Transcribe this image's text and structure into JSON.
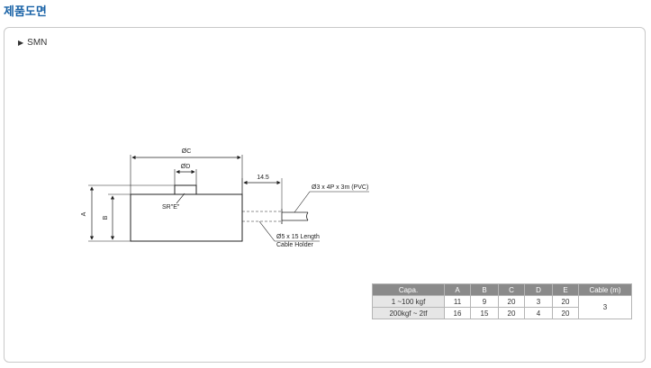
{
  "section_title": "제품도면",
  "model": "SMN",
  "drawing": {
    "dim_c": "ØC",
    "dim_d": "ØD",
    "dim_a": "A",
    "dim_b": "B",
    "dim_145": "14.5",
    "sr": "SR\"E\"",
    "cable_spec": "Ø3 x 4P x 3m (PVC)",
    "holder_line1": "Ø5 x 15 Length",
    "holder_line2": "Cable Holder"
  },
  "table": {
    "headers": [
      "Capa.",
      "A",
      "B",
      "C",
      "D",
      "E",
      "Cable (m)"
    ],
    "rows": [
      {
        "capa": "1 ~100 kgf",
        "a": "11",
        "b": "9",
        "c": "20",
        "d": "3",
        "e": "20"
      },
      {
        "capa": "200kgf ~ 2tf",
        "a": "16",
        "b": "15",
        "c": "20",
        "d": "4",
        "e": "20"
      }
    ],
    "cable": "3"
  }
}
